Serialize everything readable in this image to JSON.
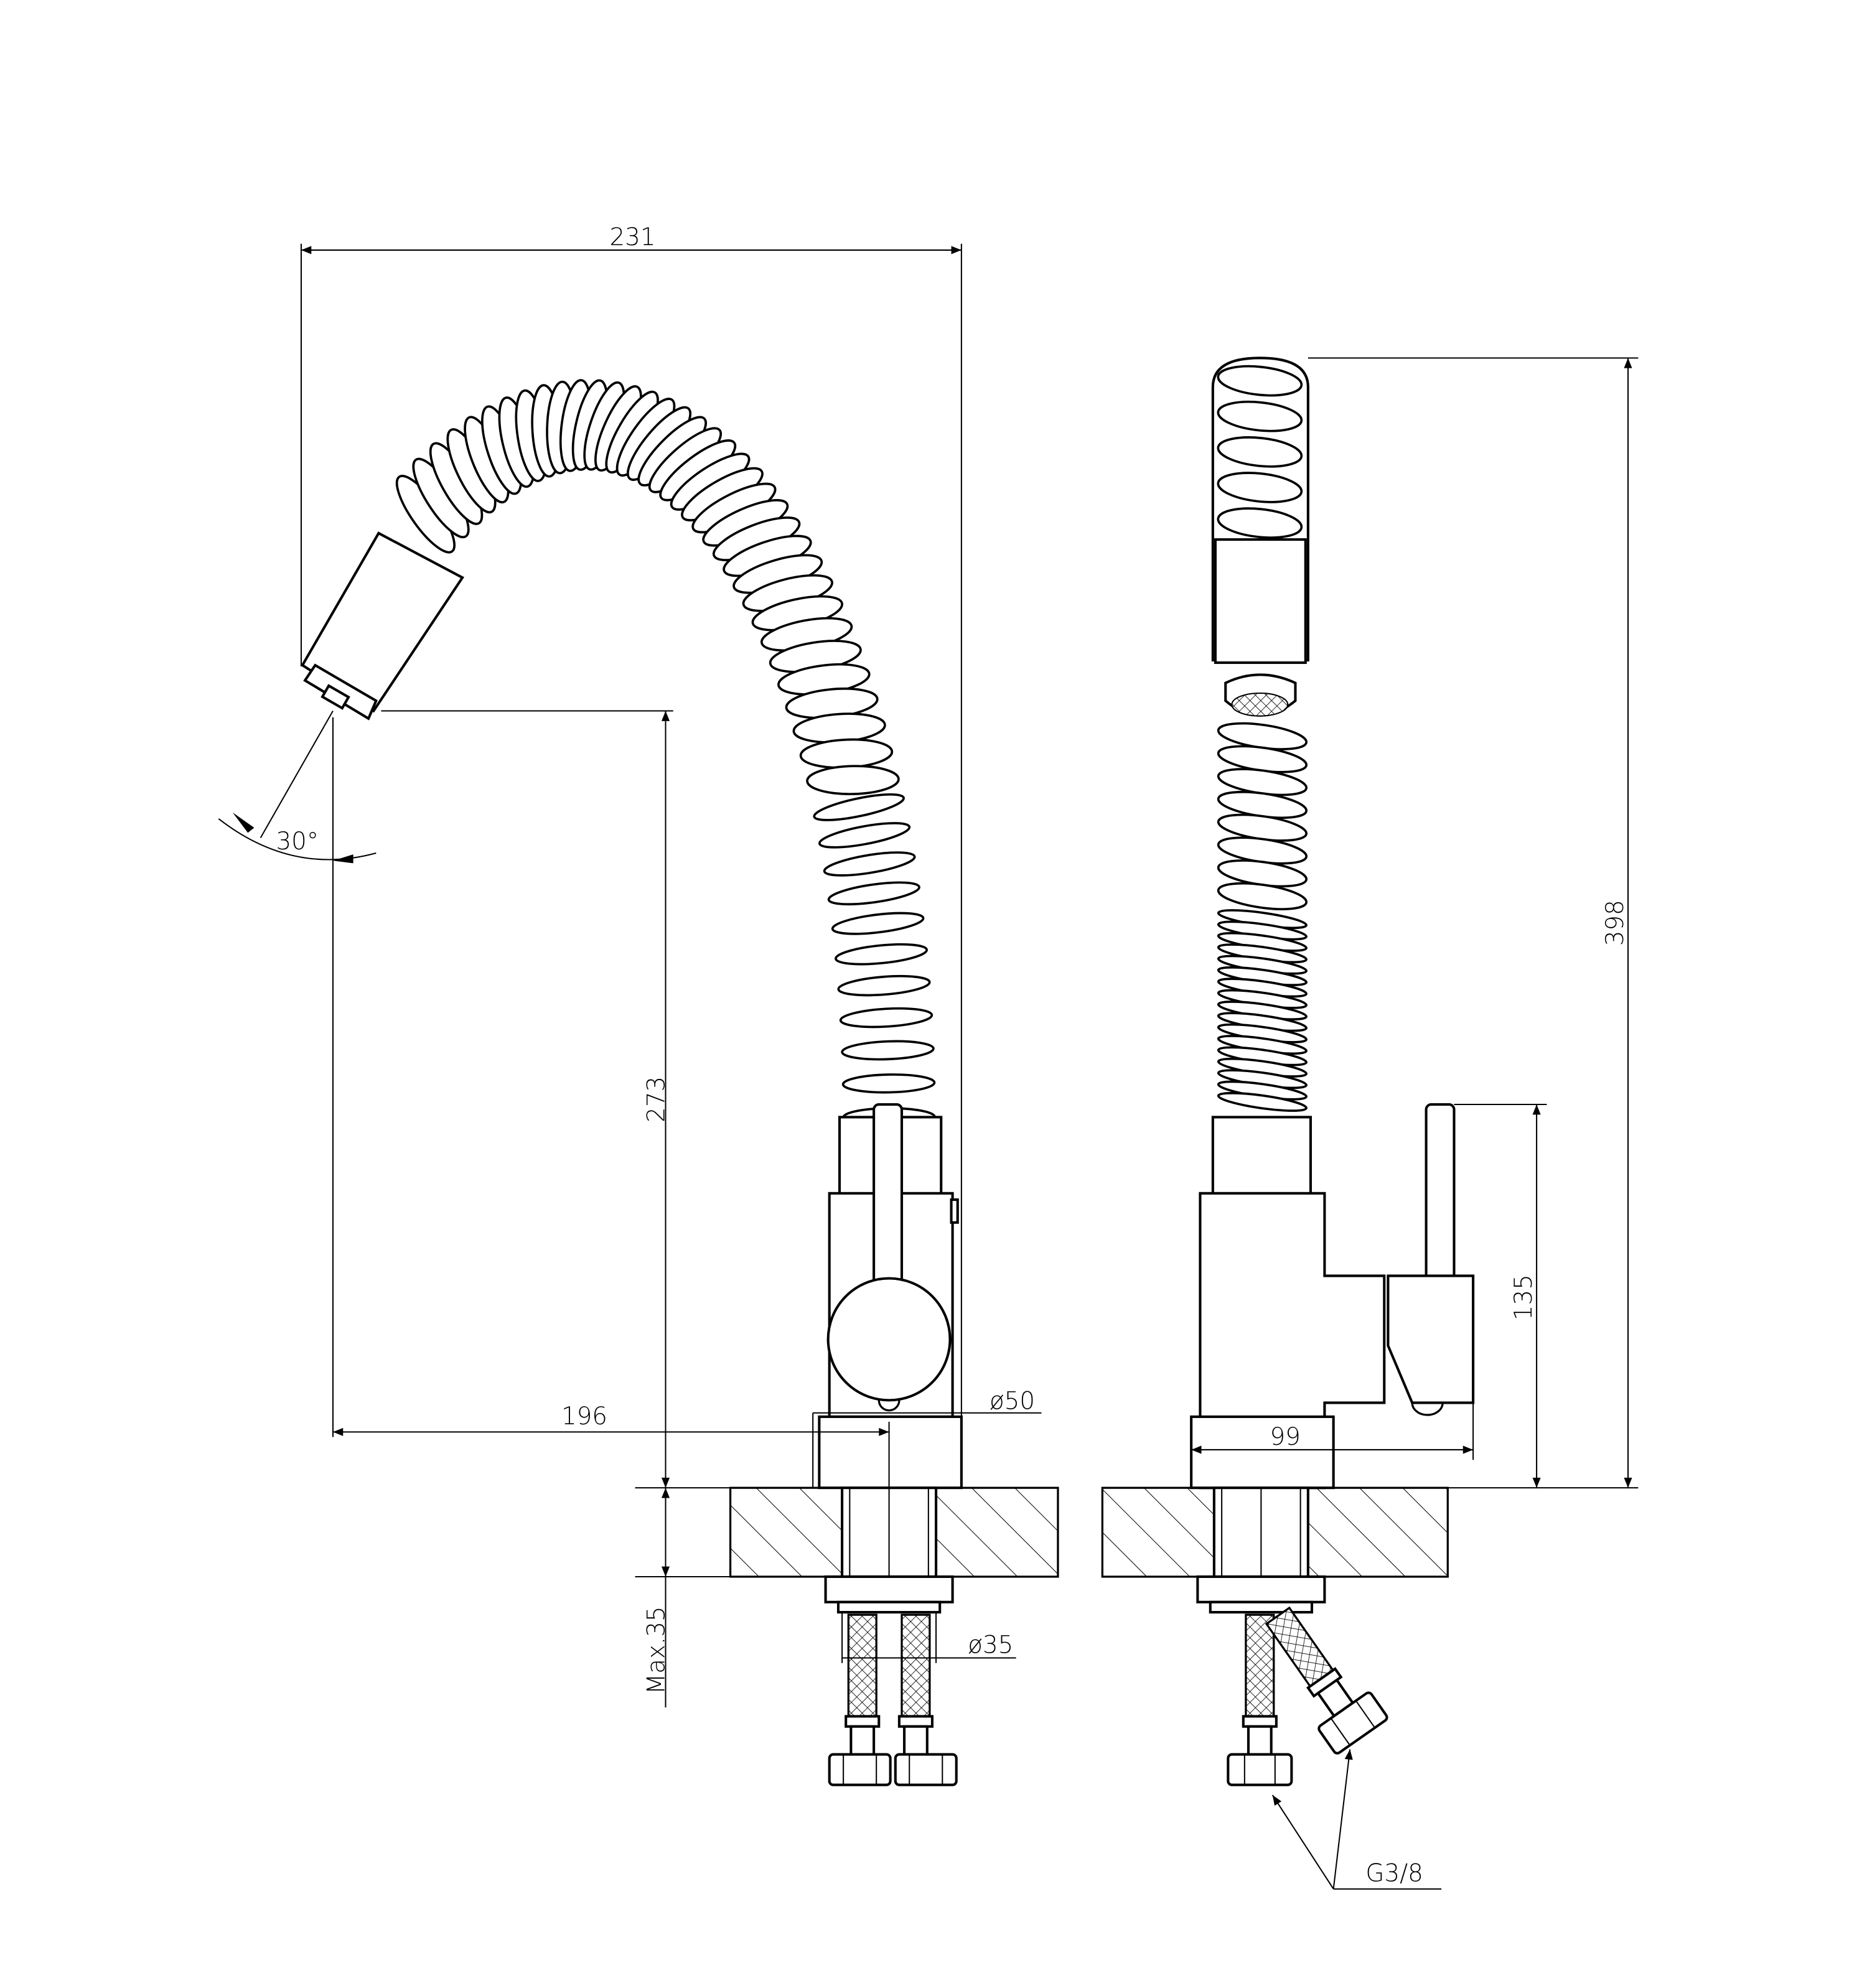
{
  "drawing": {
    "left_view": {
      "dimensions": {
        "overall_reach": "231",
        "spout_height": "273",
        "spout_projection": "196",
        "body_diameter": "ø50",
        "max_counter_thickness": "Max.35",
        "mounting_hole_diameter": "ø35",
        "spray_angle": "30°"
      }
    },
    "right_view": {
      "dimensions": {
        "overall_height": "398",
        "handle_height": "135",
        "body_depth": "99",
        "connection_thread": "G3/8"
      }
    }
  }
}
